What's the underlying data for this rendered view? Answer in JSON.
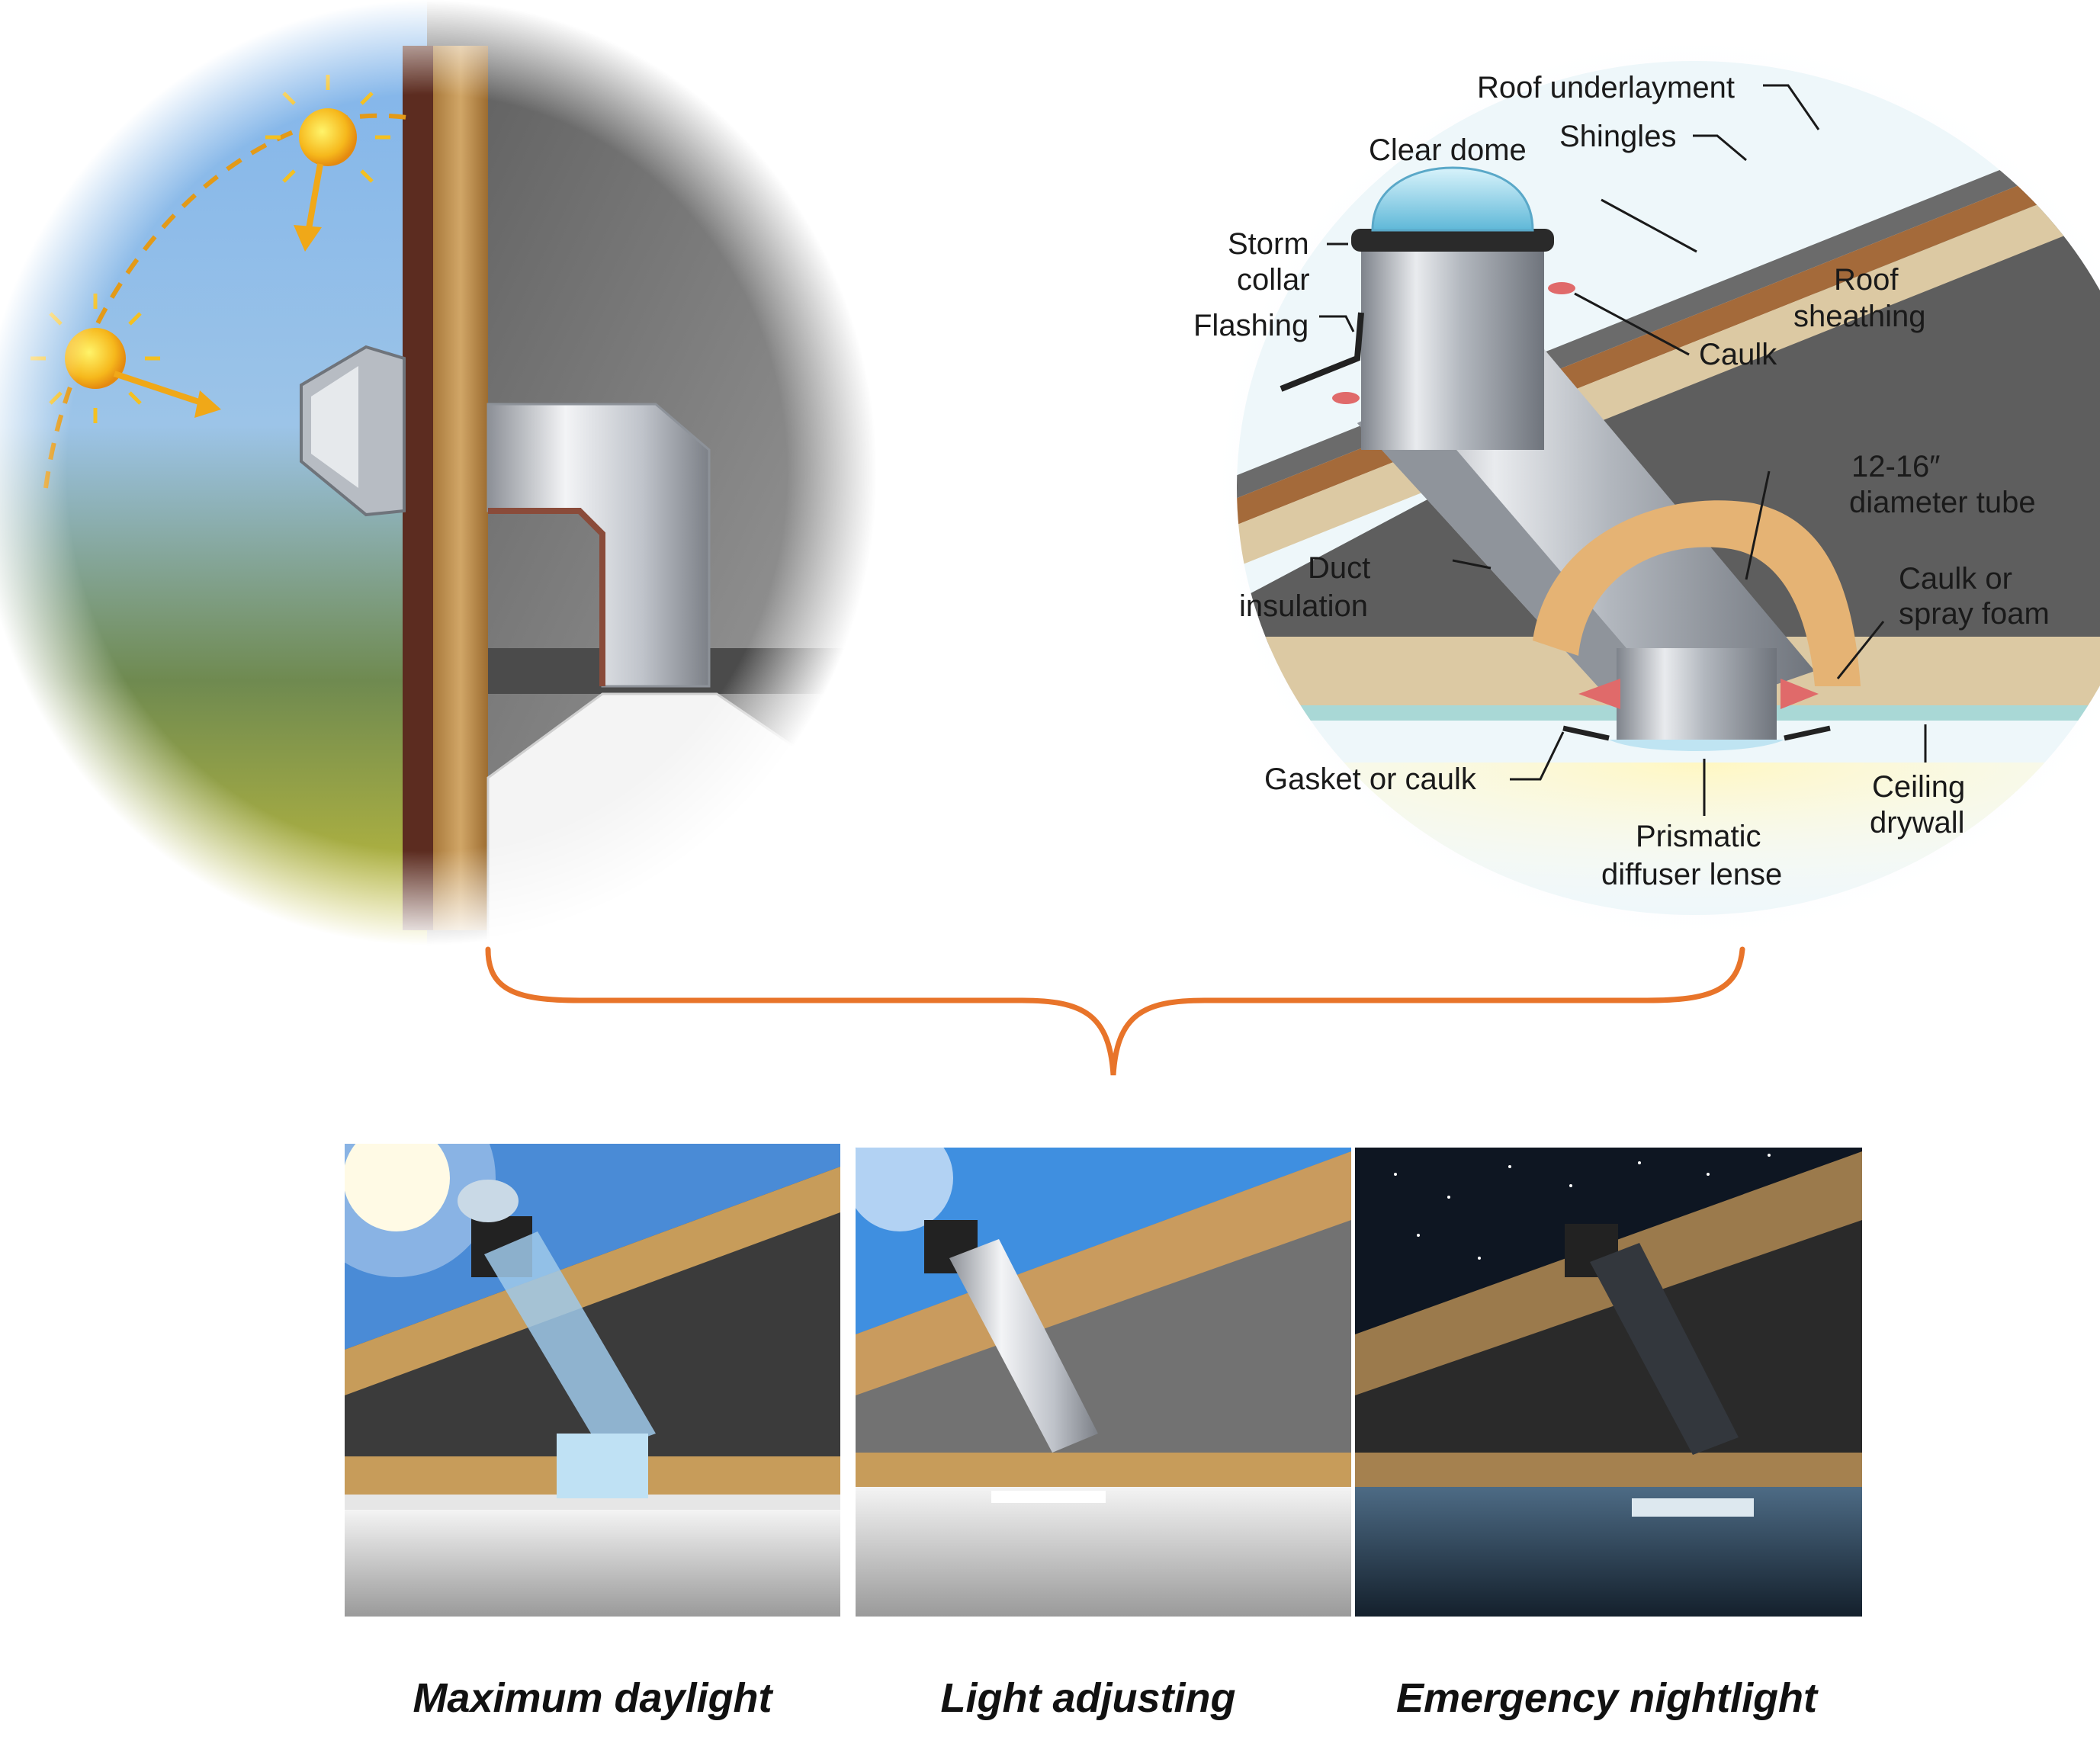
{
  "diagram": {
    "labels": {
      "roof_underlayment": "Roof underlayment",
      "shingles": "Shingles",
      "clear_dome": "Clear dome",
      "storm_collar_1": "Storm",
      "storm_collar_2": "collar",
      "flashing": "Flashing",
      "roof_sheathing_1": "Roof",
      "roof_sheathing_2": "sheathing",
      "caulk": "Caulk",
      "tube_1": "12-16″",
      "tube_2": "diameter tube",
      "duct_insulation_1": "Duct",
      "duct_insulation_2": "insulation",
      "caulk_foam_1": "Caulk or",
      "caulk_foam_2": "spray foam",
      "gasket": "Gasket or caulk",
      "ceiling_1": "Ceiling",
      "ceiling_2": "drywall",
      "diffuser_1": "Prismatic",
      "diffuser_2": "diffuser lense"
    },
    "captions": {
      "daylight": "Maximum daylight",
      "adjusting": "Light adjusting",
      "nightlight": "Emergency nightlight"
    }
  },
  "colors": {
    "brace": "#e8742a",
    "sky": "#5b8fd8",
    "night": "#0e1622",
    "wood": "#c9a06a",
    "metal": "#c7ccd3",
    "dome": "#8fd1ea"
  }
}
